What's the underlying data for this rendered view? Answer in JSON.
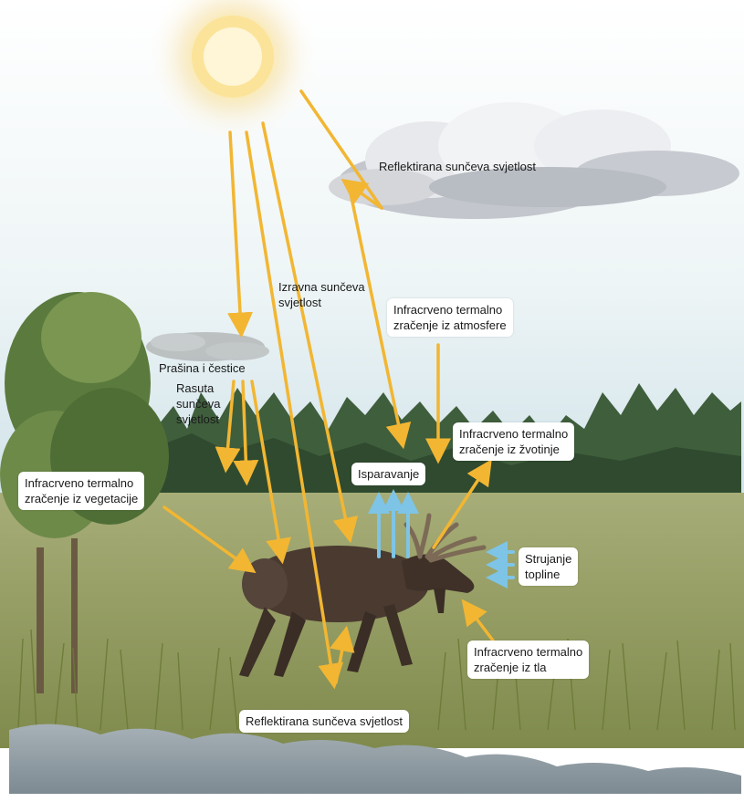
{
  "labels": {
    "reflected_cloud": "Reflektirana sunčeva svjetlost",
    "direct": "Izravna sunčeva\nsvjetlost",
    "ir_atmosphere": "Infracrveno termalno\nzračenje iz atmosfere",
    "dust": "Prašina i čestice",
    "scattered": "Rasuta\nsunčeva\nsvjetlost",
    "ir_animal": "Infracrveno termalno\nzračenje iz žvotinje",
    "evaporation": "Isparavanje",
    "ir_vegetation": "Infracrveno termalno\nzračenje iz vegetacije",
    "heat_flow": "Strujanje\ntopline",
    "ir_ground": "Infracrveno termalno\nzračenje iz tla",
    "reflected_ground": "Reflektirana sunčeva svjetlost"
  },
  "colors": {
    "solar_arrow": "#f2b632",
    "heat_arrow": "#7ec4e6",
    "sky_top": "#ffffff",
    "sky_bottom": "#cfe3ea",
    "forest": "#3f5e3c",
    "meadow": "#9aa66a",
    "water": "#8d9aa2",
    "moose": "#4a3a30"
  }
}
